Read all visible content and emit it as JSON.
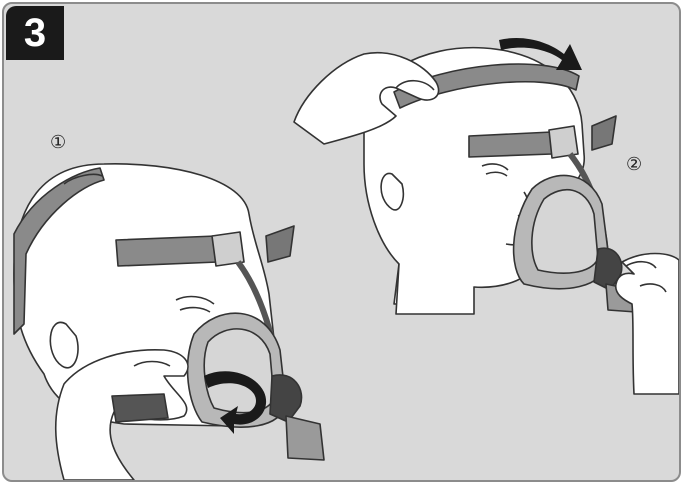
{
  "step": {
    "number": "3"
  },
  "substeps": [
    {
      "label": "①",
      "icon": "circled-one"
    },
    {
      "label": "②",
      "icon": "circled-two"
    }
  ],
  "colors": {
    "panel_bg": "#d9d9d9",
    "border": "#8c8c8c",
    "badge_bg": "#1a1a1a",
    "strap": "#8a8a8a",
    "skin": "#ffffff",
    "mask": "#b8b8b8"
  }
}
